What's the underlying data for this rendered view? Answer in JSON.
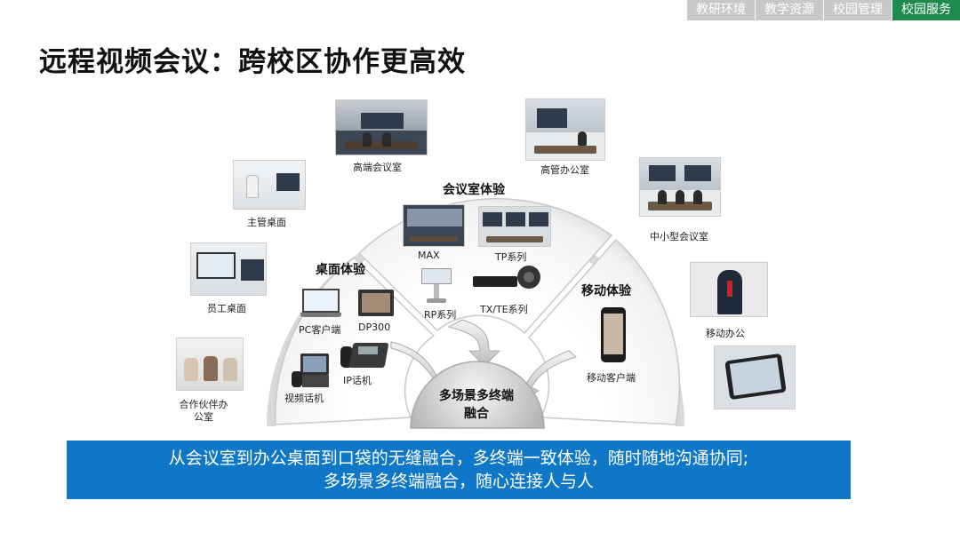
{
  "nav": {
    "tabs": [
      {
        "label": "教研环境"
      },
      {
        "label": "教学资源"
      },
      {
        "label": "校园管理"
      },
      {
        "label": "校园服务"
      }
    ],
    "active_index": 3,
    "active_color": "#1e8a4e",
    "inactive_color": "#c8c8c8"
  },
  "title": "远程视频会议：跨校区协作更高效",
  "segments": {
    "desktop": {
      "label": "桌面体验",
      "devices": {
        "pc": "PC客户端",
        "dp300": "DP300",
        "video_phone": "视频话机",
        "ip_phone": "IP话机"
      }
    },
    "meeting_room": {
      "label": "会议室体验",
      "devices": {
        "max": "MAX",
        "tp": "TP系列",
        "rp": "RP系列",
        "txte": "TX/TE系列"
      }
    },
    "mobile": {
      "label": "移动体验",
      "devices": {
        "mobile_client": "移动客户端"
      }
    }
  },
  "center": {
    "line1": "多场景多终端",
    "line2": "融合"
  },
  "scenes": {
    "high_end_room": "高端会议室",
    "exec_office": "高管办公室",
    "small_room": "中小型会议室",
    "manager_desk": "主管桌面",
    "staff_desk": "员工桌面",
    "partner_office_1": "合作伙伴办",
    "partner_office_2": "公室",
    "mobile_office": "移动办公"
  },
  "banner": {
    "line1": "从会议室到办公桌面到口袋的无缝融合，多终端一致体验，随时随地沟通协同;",
    "line2": "多场景多终端融合，随心连接人与人",
    "color": "#0f77c8"
  }
}
